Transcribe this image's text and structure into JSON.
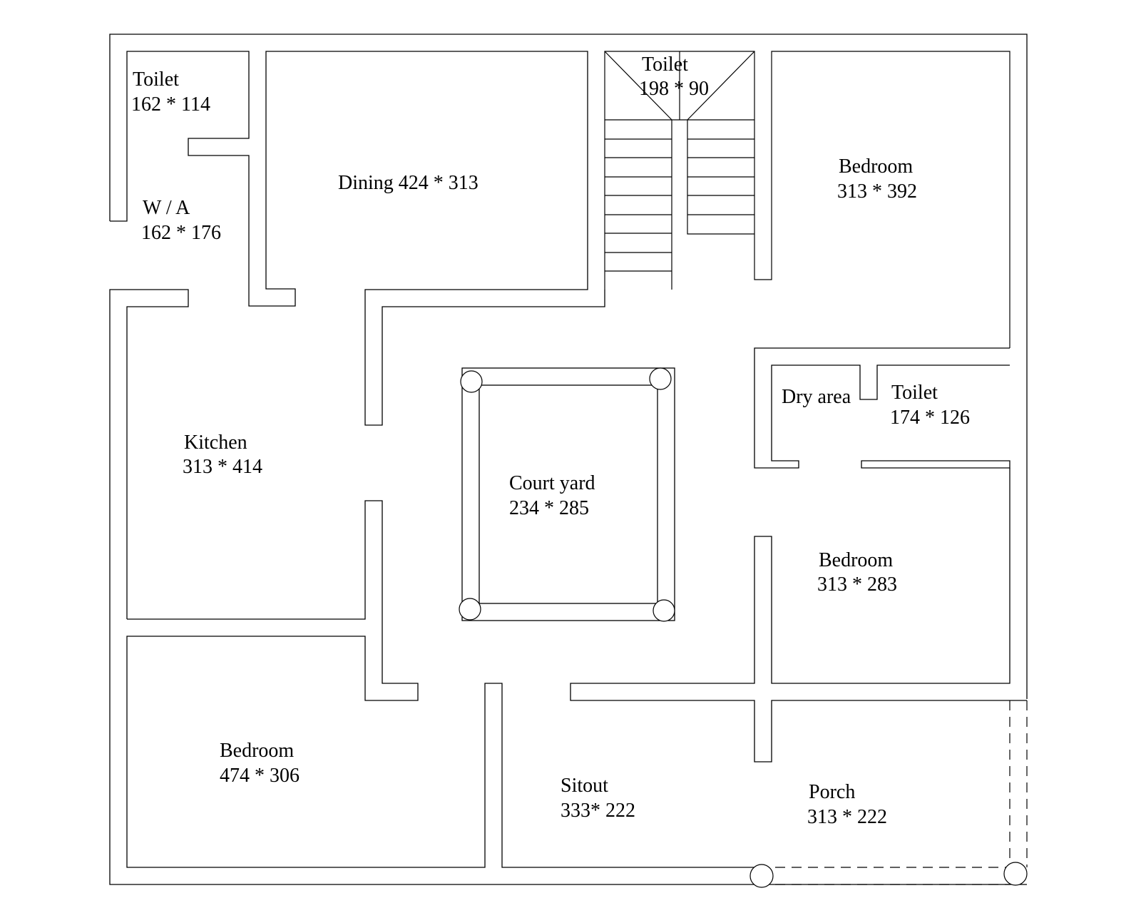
{
  "rooms": {
    "toilet_nw": {
      "name": "Toilet",
      "dims": "162 * 114"
    },
    "work_area": {
      "name": "W / A",
      "dims": "162 * 176"
    },
    "dining": {
      "label": "Dining 424 * 313"
    },
    "toilet_stair": {
      "name": "Toilet",
      "dims": "198 * 90"
    },
    "bedroom_ne": {
      "name": "Bedroom",
      "dims": "313 * 392"
    },
    "dry_area": {
      "name": "Dry area"
    },
    "toilet_e": {
      "name": "Toilet",
      "dims": "174 * 126"
    },
    "kitchen": {
      "name": "Kitchen",
      "dims": "313 * 414"
    },
    "courtyard": {
      "name": "Court yard",
      "dims": "234 * 285"
    },
    "bedroom_e": {
      "name": "Bedroom",
      "dims": "313 * 283"
    },
    "bedroom_sw": {
      "name": "Bedroom",
      "dims": "474 * 306"
    },
    "sitout": {
      "name": "Sitout",
      "dims": "333* 222"
    },
    "porch": {
      "name": "Porch",
      "dims": "313 * 222"
    }
  }
}
